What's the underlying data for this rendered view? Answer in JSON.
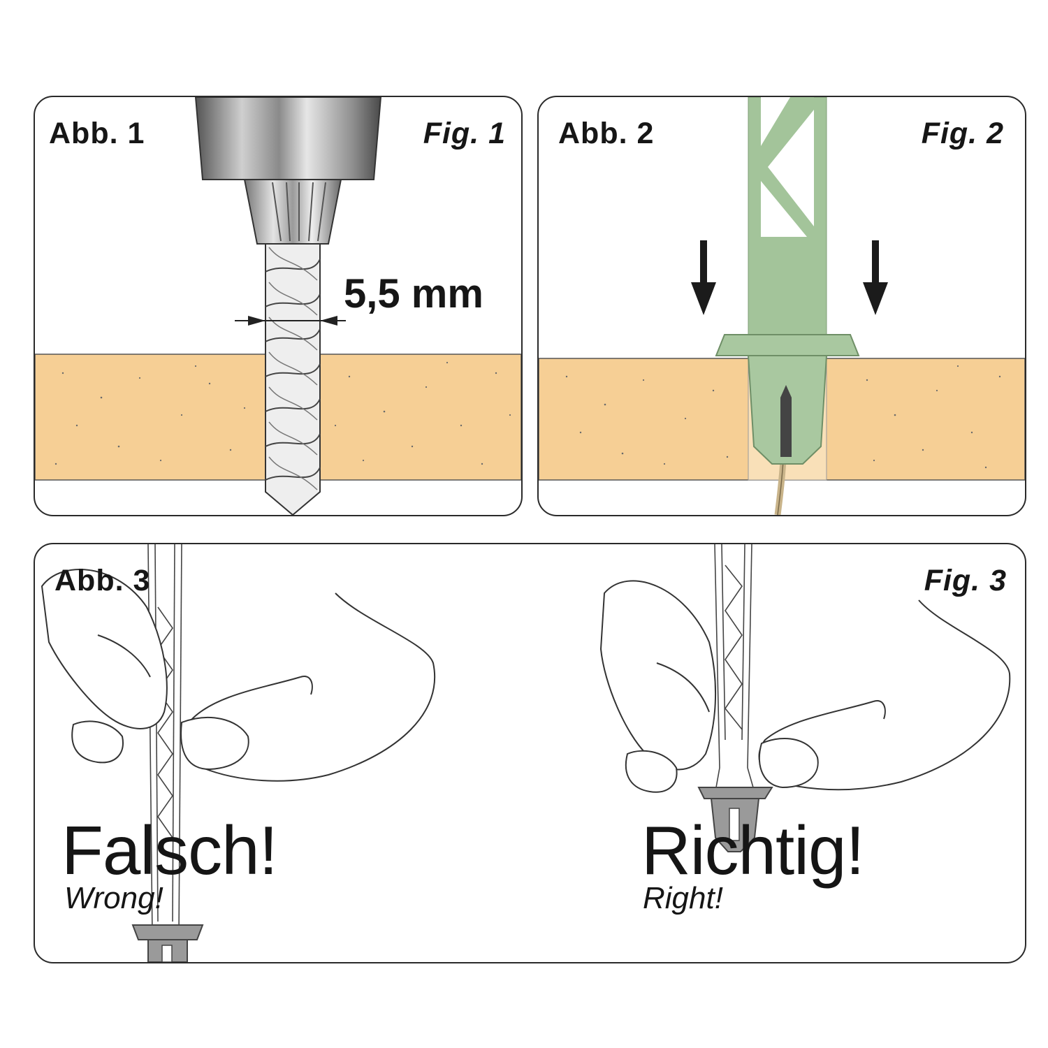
{
  "panels": [
    {
      "label_de": "Abb. 1",
      "label_en": "Fig. 1",
      "dimension": "5,5 mm"
    },
    {
      "label_de": "Abb. 2",
      "label_en": "Fig. 2"
    },
    {
      "label_de": "Abb. 3",
      "label_en": "Fig. 3",
      "wrong_de": "Falsch!",
      "wrong_en": "Wrong!",
      "right_de": "Richtig!",
      "right_en": "Right!"
    }
  ],
  "colors": {
    "board": "#f6cf95",
    "mast_green": "#a3c49a",
    "metal": "#9a9a9a",
    "outline": "#2a2a2a"
  },
  "icons": [
    "drill-chuck-icon",
    "drill-bit-icon",
    "down-arrow-icon",
    "hand-icon",
    "lattice-mast-icon"
  ]
}
